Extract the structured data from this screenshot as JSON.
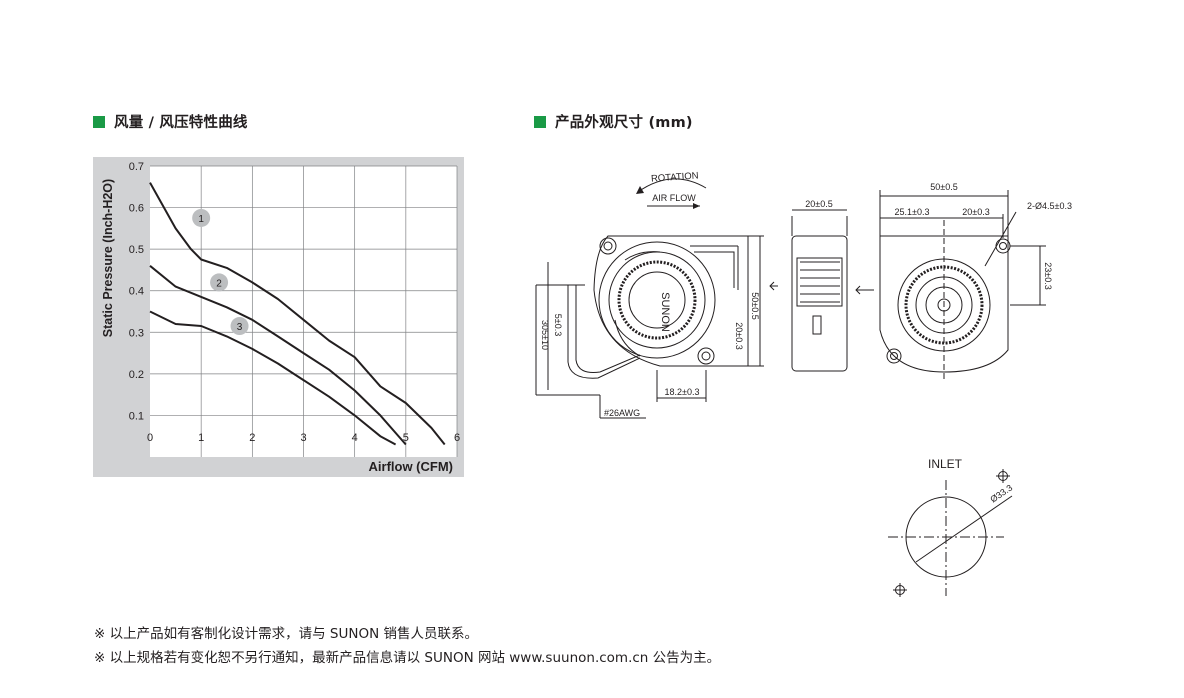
{
  "section_left": {
    "title": "风量 / 风压特性曲线"
  },
  "section_right": {
    "title": "产品外观尺寸 (mm)"
  },
  "chart_data": {
    "type": "line",
    "xlabel": "Airflow (CFM)",
    "ylabel": "Static Pressure (Inch-H2O)",
    "xlim": [
      0,
      6
    ],
    "ylim": [
      0,
      0.7
    ],
    "x_ticks": [
      "0",
      "1",
      "2",
      "3",
      "4",
      "5",
      "6"
    ],
    "y_ticks": [
      "0.1",
      "0.2",
      "0.3",
      "0.4",
      "0.5",
      "0.6",
      "0.7"
    ],
    "grid": true,
    "series": [
      {
        "name": "1",
        "x": [
          0,
          0.5,
          0.8,
          1.0,
          1.5,
          2.0,
          2.5,
          3.0,
          3.5,
          4.0,
          4.5,
          5.0,
          5.5,
          5.76
        ],
        "y": [
          0.66,
          0.55,
          0.5,
          0.475,
          0.455,
          0.42,
          0.38,
          0.33,
          0.28,
          0.24,
          0.17,
          0.13,
          0.07,
          0.03
        ]
      },
      {
        "name": "2",
        "x": [
          0,
          0.5,
          1.0,
          1.5,
          2.0,
          2.5,
          3.0,
          3.5,
          4.0,
          4.5,
          5.0
        ],
        "y": [
          0.46,
          0.41,
          0.385,
          0.36,
          0.33,
          0.29,
          0.25,
          0.21,
          0.16,
          0.1,
          0.03
        ]
      },
      {
        "name": "3",
        "x": [
          0,
          0.5,
          1.0,
          1.5,
          2.0,
          2.5,
          3.0,
          3.5,
          4.0,
          4.5,
          4.8
        ],
        "y": [
          0.35,
          0.32,
          0.315,
          0.29,
          0.26,
          0.225,
          0.185,
          0.145,
          0.1,
          0.05,
          0.03
        ]
      }
    ]
  },
  "drawing": {
    "rotation_label": "ROTATION",
    "airflow_label": "AIR FLOW",
    "brand": "SUNON",
    "dims": {
      "width_20": "20±0.5",
      "height_50": "50±0.5",
      "dim_50": "50±0.5",
      "dim_251": "25.1±0.3",
      "dim_20b": "20±0.3",
      "hole": "2-Ø4.5±0.3",
      "dim_23": "23±0.3",
      "dim_20c": "20±0.3",
      "dim_182": "18.2±0.3",
      "wire_len": "305±10",
      "wire_strip": "5±0.3",
      "wire_gauge": "#26AWG"
    },
    "inlet_label": "INLET",
    "inlet_dia": "Ø33.3"
  },
  "notes": [
    "※ 以上产品如有客制化设计需求，请与 SUNON 销售人员联系。",
    "※ 以上规格若有变化恕不另行通知，最新产品信息请以 SUNON 网站 www.suunon.com.cn 公告为主。"
  ]
}
